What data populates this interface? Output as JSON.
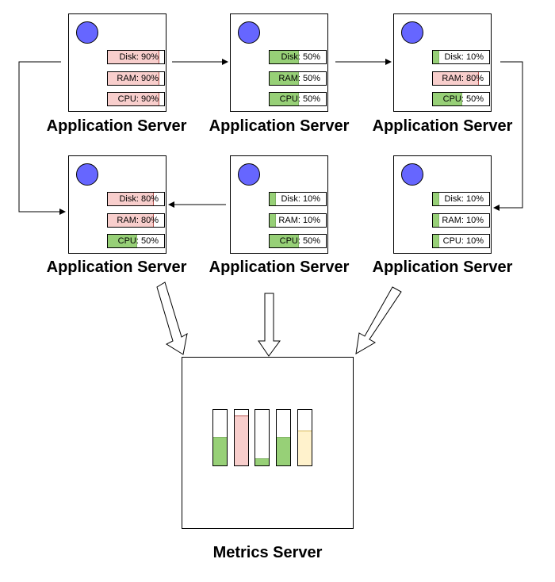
{
  "servers": [
    {
      "title": "Application Server",
      "metrics": [
        {
          "label": "Disk: 90%",
          "value": 90,
          "status": "bad"
        },
        {
          "label": "RAM: 90%",
          "value": 90,
          "status": "bad"
        },
        {
          "label": "CPU: 90%",
          "value": 90,
          "status": "bad"
        }
      ]
    },
    {
      "title": "Application Server",
      "metrics": [
        {
          "label": "Disk: 50%",
          "value": 50,
          "status": "good"
        },
        {
          "label": "RAM: 50%",
          "value": 50,
          "status": "good"
        },
        {
          "label": "CPU: 50%",
          "value": 50,
          "status": "good"
        }
      ]
    },
    {
      "title": "Application Server",
      "metrics": [
        {
          "label": "Disk: 10%",
          "value": 10,
          "status": "good"
        },
        {
          "label": "RAM: 80%",
          "value": 80,
          "status": "bad"
        },
        {
          "label": "CPU: 50%",
          "value": 50,
          "status": "good"
        }
      ]
    },
    {
      "title": "Application Server",
      "metrics": [
        {
          "label": "Disk: 80%",
          "value": 80,
          "status": "bad"
        },
        {
          "label": "RAM: 80%",
          "value": 80,
          "status": "bad"
        },
        {
          "label": "CPU: 50%",
          "value": 50,
          "status": "good"
        }
      ]
    },
    {
      "title": "Application Server",
      "metrics": [
        {
          "label": "Disk: 10%",
          "value": 10,
          "status": "good"
        },
        {
          "label": "RAM: 10%",
          "value": 10,
          "status": "good"
        },
        {
          "label": "CPU: 50%",
          "value": 50,
          "status": "good"
        }
      ]
    },
    {
      "title": "Application Server",
      "metrics": [
        {
          "label": "Disk: 10%",
          "value": 10,
          "status": "good"
        },
        {
          "label": "RAM: 10%",
          "value": 10,
          "status": "good"
        },
        {
          "label": "CPU: 10%",
          "value": 10,
          "status": "good"
        }
      ]
    }
  ],
  "metrics_server": {
    "title": "Metrics Server",
    "bars": [
      {
        "level": 0.5,
        "fill": "#97d077",
        "stroke": "#82b366"
      },
      {
        "level": 0.88,
        "fill": "#f8cecc",
        "stroke": "#b85450"
      },
      {
        "level": 0.12,
        "fill": "#97d077",
        "stroke": "#82b366"
      },
      {
        "level": 0.5,
        "fill": "#97d077",
        "stroke": "#82b366"
      },
      {
        "level": 0.62,
        "fill": "#fff2cc",
        "stroke": "#d6b656"
      }
    ]
  },
  "colors": {
    "indicator": "#6666ff",
    "good_fill": "#97d077",
    "bad_fill": "#f8cecc"
  }
}
